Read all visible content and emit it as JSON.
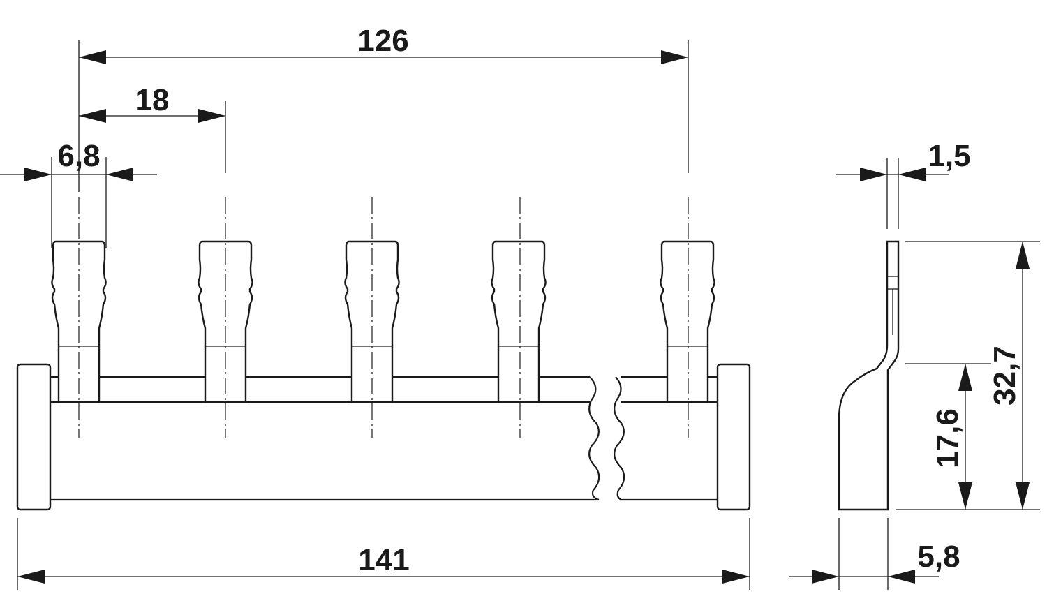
{
  "dimensions": {
    "overall_pitch": "126",
    "single_pitch": "18",
    "pin_width": "6,8",
    "overall_length": "141",
    "sheet_thickness": "1,5",
    "overall_height": "32,7",
    "housing_height": "17,6",
    "housing_depth": "5,8"
  },
  "colors": {
    "line": "#1a1a1a",
    "background": "#ffffff"
  }
}
